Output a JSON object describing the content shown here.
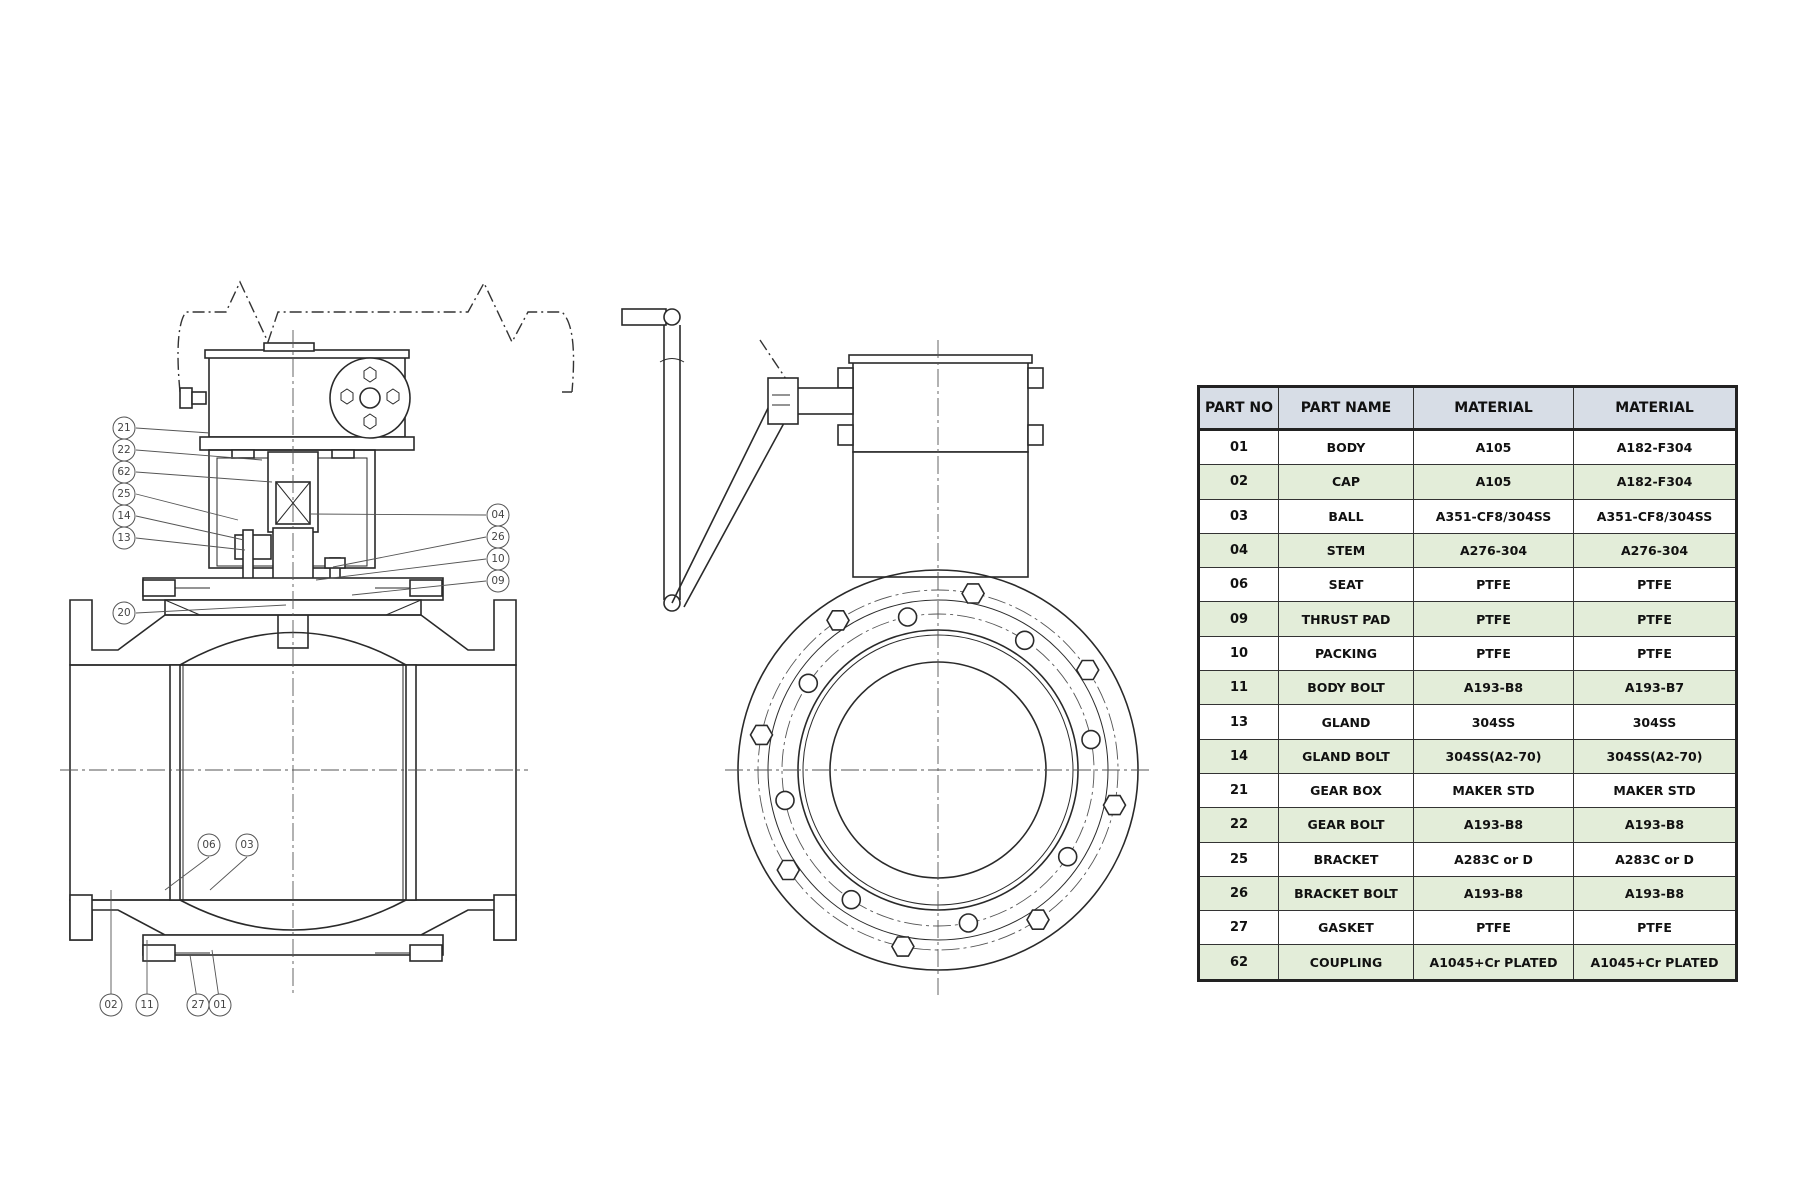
{
  "callouts": {
    "left": [
      "21",
      "22",
      "62",
      "25",
      "14",
      "13",
      "20"
    ],
    "right": [
      "04",
      "26",
      "10",
      "09"
    ],
    "inner": [
      "06",
      "03"
    ],
    "bottom": [
      "02",
      "11",
      "27",
      "01"
    ]
  },
  "table": {
    "headers": [
      "PART NO",
      "PART NAME",
      "MATERIAL",
      "MATERIAL"
    ],
    "rows": [
      {
        "no": "01",
        "name": "BODY",
        "mat1": "A105",
        "mat2": "A182-F304"
      },
      {
        "no": "02",
        "name": "CAP",
        "mat1": "A105",
        "mat2": "A182-F304"
      },
      {
        "no": "03",
        "name": "BALL",
        "mat1": "A351-CF8/304SS",
        "mat2": "A351-CF8/304SS"
      },
      {
        "no": "04",
        "name": "STEM",
        "mat1": "A276-304",
        "mat2": "A276-304"
      },
      {
        "no": "06",
        "name": "SEAT",
        "mat1": "PTFE",
        "mat2": "PTFE"
      },
      {
        "no": "09",
        "name": "THRUST PAD",
        "mat1": "PTFE",
        "mat2": "PTFE"
      },
      {
        "no": "10",
        "name": "PACKING",
        "mat1": "PTFE",
        "mat2": "PTFE"
      },
      {
        "no": "11",
        "name": "BODY BOLT",
        "mat1": "A193-B8",
        "mat2": "A193-B7"
      },
      {
        "no": "13",
        "name": "GLAND",
        "mat1": "304SS",
        "mat2": "304SS"
      },
      {
        "no": "14",
        "name": "GLAND BOLT",
        "mat1": "304SS(A2-70)",
        "mat2": "304SS(A2-70)"
      },
      {
        "no": "21",
        "name": "GEAR BOX",
        "mat1": "MAKER STD",
        "mat2": "MAKER STD"
      },
      {
        "no": "22",
        "name": "GEAR BOLT",
        "mat1": "A193-B8",
        "mat2": "A193-B8"
      },
      {
        "no": "25",
        "name": "BRACKET",
        "mat1": "A283C or D",
        "mat2": "A283C or D"
      },
      {
        "no": "26",
        "name": "BRACKET BOLT",
        "mat1": "A193-B8",
        "mat2": "A193-B8"
      },
      {
        "no": "27",
        "name": "GASKET",
        "mat1": "PTFE",
        "mat2": "PTFE"
      },
      {
        "no": "62",
        "name": "COUPLING",
        "mat1": "A1045+Cr PLATED",
        "mat2": "A1045+Cr PLATED"
      }
    ]
  },
  "colors": {
    "header_bg": "#d7dde6",
    "stripe_bg": "#e3edd9",
    "line": "#2a2a2a"
  }
}
